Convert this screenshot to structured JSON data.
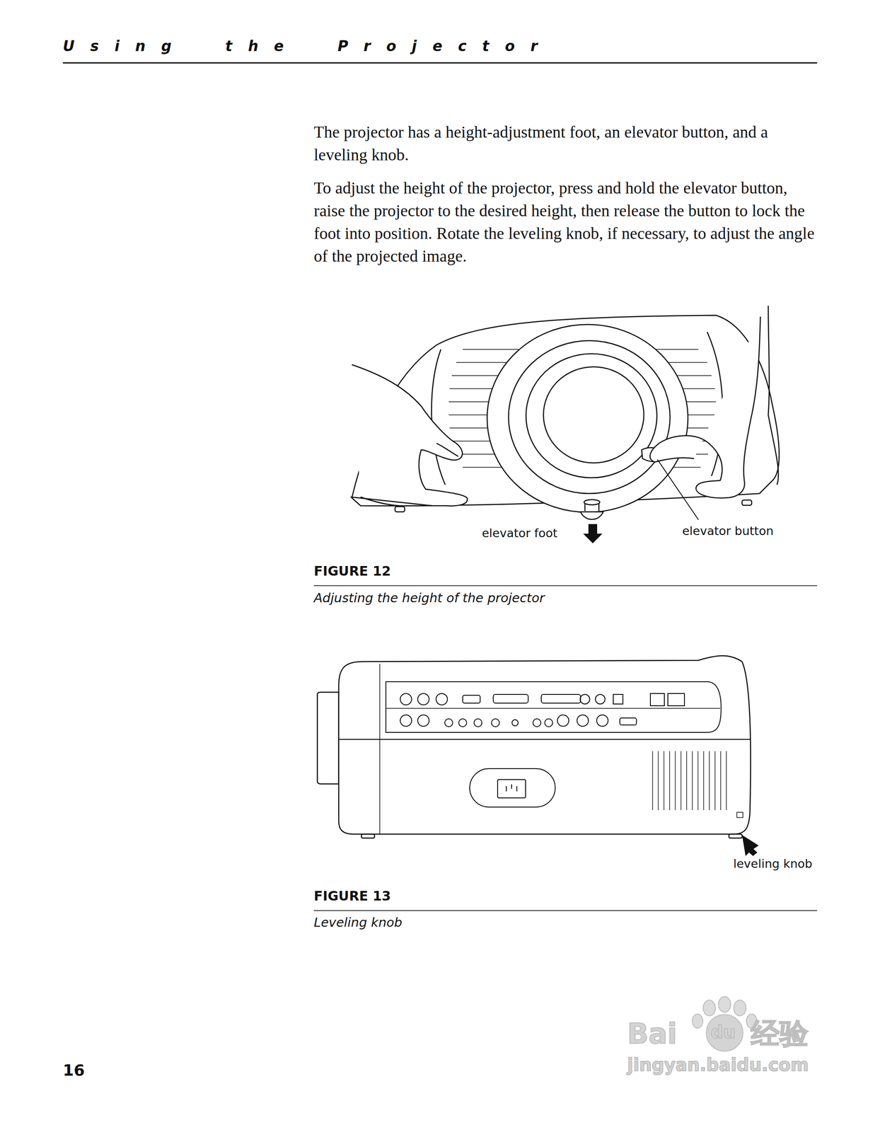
{
  "diagram": {
    "title": "Using the Projector",
    "labels": [
      "The projector has a height-adjustment foot, an elevator button, and a leveling knob.",
      "To adjust the height of the projector, press and hold the elevator button, raise the projector to the desired height, then release the button to lock the foot into position. Rotate the leveling knob, if necessary, to adjust the angle of the projected image.",
      "elevator foot",
      "elevator button",
      "FIGURE 12",
      "Adjusting the height of the projector",
      "leveling knob",
      "FIGURE 13",
      "Leveling knob",
      "16",
      "Bai",
      "du",
      "经验",
      "jingyan.baidu.com"
    ]
  }
}
